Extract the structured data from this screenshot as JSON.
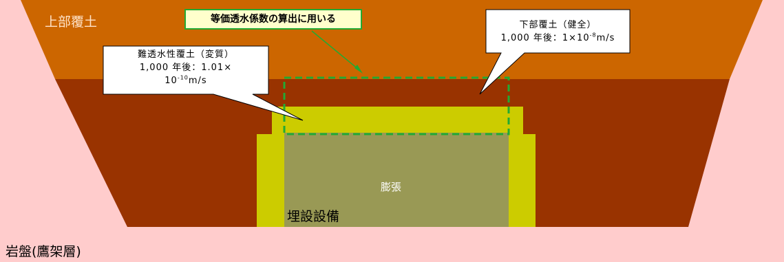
{
  "labels": {
    "top_cover": "上部覆土",
    "bedrock": "岩盤(鷹架層)",
    "expansion": "膨張",
    "facility": "埋設設備",
    "equivalent_note": "等価透水係数の算出に用いる"
  },
  "callout_left": {
    "line1": "難透水性覆土（変質）",
    "line2": "1,000 年後：1.01×",
    "line3_base": "10",
    "line3_exp": "-10",
    "line3_unit": "m/s"
  },
  "callout_right": {
    "line1": "下部覆土（健全）",
    "line2_prefix": "1,000 年後：1×10",
    "line2_exp": "-8",
    "line2_unit": "m/s"
  },
  "colors": {
    "bedrock": "#ffcccc",
    "upper_cover": "#cc6600",
    "lower_cover": "#993300",
    "low_permeability": "#cccc00",
    "facility": "#999955",
    "dashed_box": "#22aa33",
    "note_border": "#22aa33"
  }
}
